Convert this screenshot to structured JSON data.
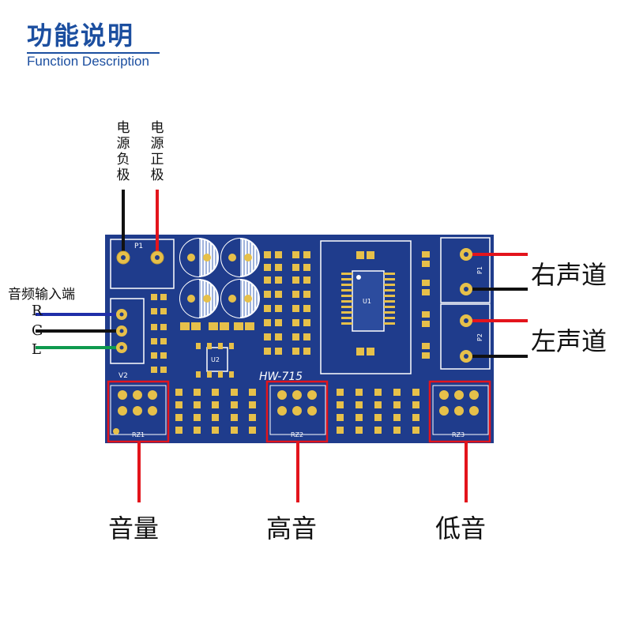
{
  "header": {
    "title": "功能说明",
    "subtitle": "Function Description"
  },
  "labels": {
    "power_negative": "电源负极",
    "power_positive": "电源正极",
    "audio_input": "音频输入端",
    "input_r": "R",
    "input_g": "G",
    "input_l": "L",
    "right_channel": "右声道",
    "left_channel": "左声道",
    "volume": "音量",
    "treble": "高音",
    "bass": "低音"
  },
  "board": {
    "model": "HW-715",
    "p1": "P1",
    "p1_right": "P1",
    "p2": "P2",
    "v2": "V2",
    "u1": "U1",
    "u2": "U2",
    "rz1": "RZ1",
    "rz2": "RZ2",
    "rz3": "RZ3",
    "color": "#1f3c8c"
  },
  "wires": {
    "negative": "#111111",
    "positive": "#e3141c",
    "r": "#1f2fa8",
    "g": "#111111",
    "l": "#0f9a4e"
  }
}
